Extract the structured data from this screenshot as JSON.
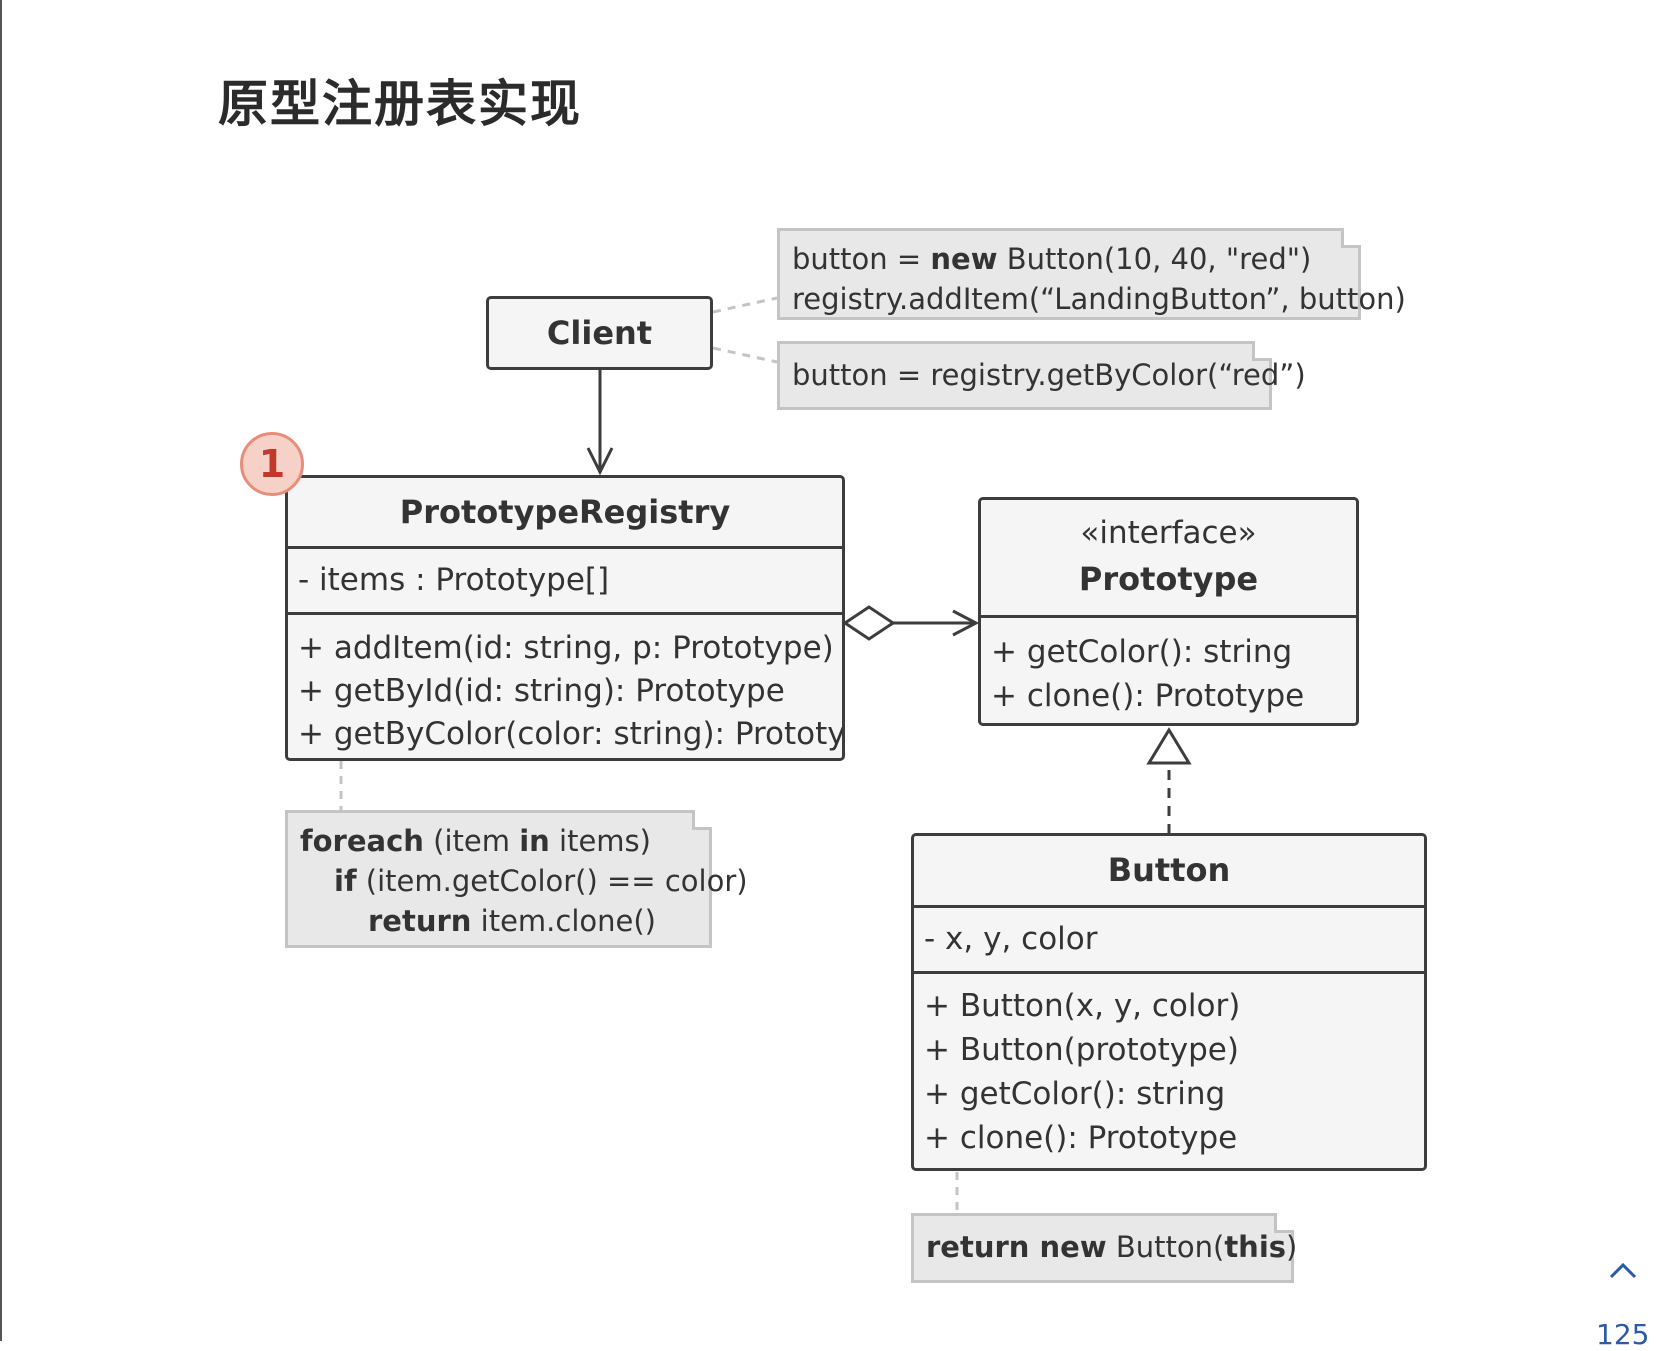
{
  "page": {
    "title": "原型注册表实现",
    "page_number": "125"
  },
  "marker": {
    "label": "1"
  },
  "classes": {
    "client": {
      "name": "Client"
    },
    "registry": {
      "name": "PrototypeRegistry",
      "fields": [
        "- items : Prototype[]"
      ],
      "methods": [
        "+ addItem(id: string, p: Prototype)",
        "+ getById(id: string): Prototype",
        "+ getByColor(color: string): Prototype"
      ]
    },
    "prototype": {
      "stereotype": "«interface»",
      "name": "Prototype",
      "methods": [
        "+ getColor(): string",
        "+ clone(): Prototype"
      ]
    },
    "button": {
      "name": "Button",
      "fields": [
        "- x, y, color"
      ],
      "methods": [
        "+ Button(x, y, color)",
        "+ Button(prototype)",
        "+ getColor(): string",
        "+ clone(): Prototype"
      ]
    }
  },
  "notes": {
    "client_add": {
      "l1_a": "button = ",
      "l1_kw": "new",
      "l1_b": " Button(10, 40, \"red\")",
      "l2": "registry.addItem(“LandingButton”, button)"
    },
    "client_get": {
      "l1": "button = registry.getByColor(“red”)"
    },
    "registry_impl": {
      "l1_kw1": "foreach",
      "l1_a": " (item ",
      "l1_kw2": "in",
      "l1_b": " items)",
      "l2_kw": "if",
      "l2_a": " (item.getColor() == color)",
      "l3_kw": "return",
      "l3_a": " item.clone()"
    },
    "button_clone": {
      "kw1": "return new",
      "a": " Button(",
      "kw2": "this",
      "b": ")"
    }
  },
  "colors": {
    "border": "#3d3d3d",
    "box_fill": "#f5f5f5",
    "note_fill": "#e8e8e8",
    "note_border": "#c4c4c4",
    "marker_fill": "#f6d1c8",
    "marker_text": "#c0392b",
    "link": "#2a5aa8"
  },
  "icons": {
    "scroll_up": "chevron-up-icon"
  }
}
